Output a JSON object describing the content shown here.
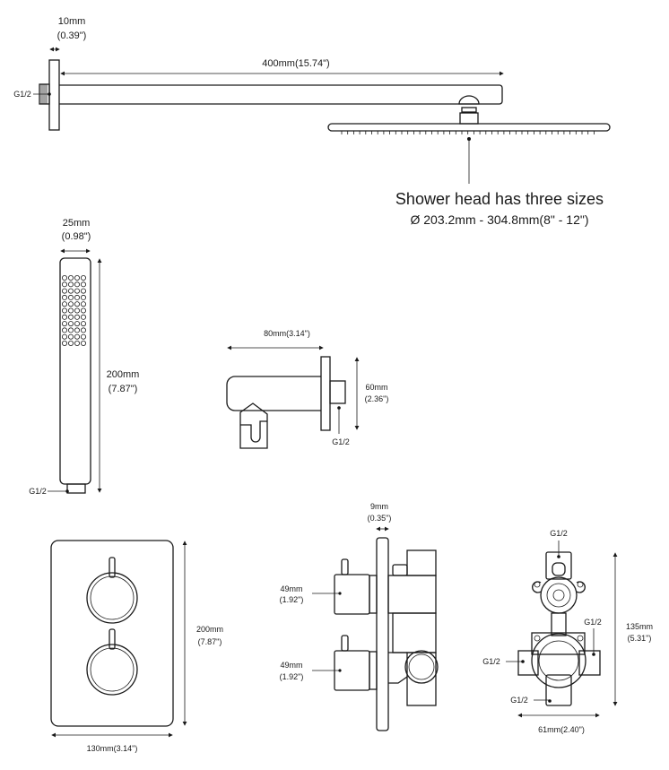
{
  "shower_arm": {
    "flange_thickness": "10mm",
    "flange_thickness_in": "(0.39\")",
    "arm_length": "400mm(15.74\")",
    "connection": "G1/2"
  },
  "shower_head": {
    "note": "Shower head has three sizes",
    "sizes": "Ø 203.2mm - 304.8mm(8\" - 12\")"
  },
  "hand_shower": {
    "width": "25mm",
    "width_in": "(0.98\")",
    "length": "200mm",
    "length_in": "(7.87\")",
    "connection": "G1/2"
  },
  "wall_bracket": {
    "length": "80mm(3.14\")",
    "height": "60mm",
    "height_in": "(2.36\")",
    "connection": "G1/2"
  },
  "thermostat_plate": {
    "height": "200mm",
    "height_in": "(7.87\")",
    "width": "130mm(3.14\")"
  },
  "valve_side": {
    "plate_thickness": "9mm",
    "plate_thickness_in": "(0.35\")",
    "knob1": "49mm",
    "knob1_in": "(1.92\")",
    "knob2": "49mm",
    "knob2_in": "(1.92\")"
  },
  "valve_body": {
    "top": "G1/2",
    "right": "G1/2",
    "left": "G1/2",
    "bottom": "G1/2",
    "height": "135mm",
    "height_in": "(5.31\")",
    "width": "61mm(2.40\")"
  }
}
